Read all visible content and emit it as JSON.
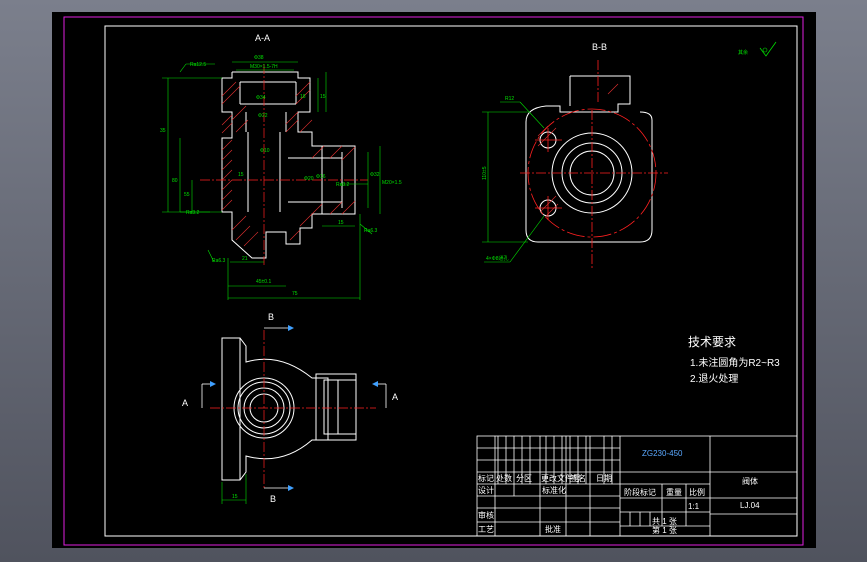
{
  "views": {
    "section_aa": "A-A",
    "section_bb": "B-B",
    "arrow_a": "A",
    "arrow_b": "B"
  },
  "roughness": {
    "symbol": "其余",
    "marks": [
      "Ra12.5",
      "Ra3.2",
      "Ra3.2",
      "Ra6.3",
      "Ra6.3"
    ]
  },
  "dimensions": {
    "aa": [
      "Φ38",
      "M30×1.5-7H",
      "Φ34",
      "Φ22",
      "Φ10",
      "15",
      "18",
      "35",
      "80",
      "55",
      "15",
      "Φ20",
      "Φ16",
      "Φ32",
      "M20×1.5",
      "21",
      "15",
      "45±0.1",
      "75"
    ],
    "bb": [
      "R12",
      "110±5",
      "4×Φ8通孔"
    ],
    "plan": [
      "15"
    ]
  },
  "technical_requirements": {
    "title": "技术要求",
    "items": [
      "1.未注圆角为R2~R3",
      "2.退火处理"
    ]
  },
  "title_block": {
    "material": "ZG230-450",
    "part_name": "阀体",
    "drawing_no": "LJ.04",
    "scale_value": "1:1",
    "headers_row": [
      "标记",
      "处数",
      "分区",
      "更改文件号",
      "签名",
      "日期"
    ],
    "design": "设计",
    "standardization": "标准化",
    "stage_mark": "阶段标记",
    "weight": "重量",
    "scale": "比例",
    "review": "审核",
    "process": "工艺",
    "approve": "批准",
    "sheets": [
      "共 1 张",
      "第 1 张"
    ]
  }
}
